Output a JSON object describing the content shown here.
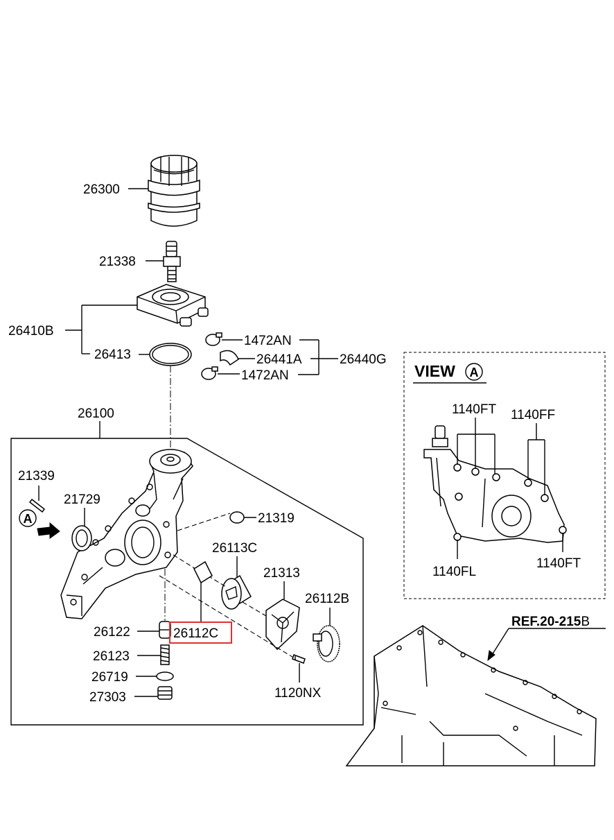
{
  "labels": {
    "p26300": "26300",
    "p21338": "21338",
    "p26410B": "26410B",
    "p26413": "26413",
    "p1472AN_top": "1472AN",
    "p26441A": "26441A",
    "p26440G": "26440G",
    "p1472AN_bottom": "1472AN",
    "p26100": "26100",
    "p21339": "21339",
    "p21729": "21729",
    "p21319": "21319",
    "p26113C": "26113C",
    "p21313": "21313",
    "p26112B": "26112B",
    "p26122": "26122",
    "p26112C": "26112C",
    "p26123": "26123",
    "p26719": "26719",
    "p27303": "27303",
    "p1120NX": "1120NX",
    "callout_letter": "A"
  },
  "view_panel": {
    "title_word": "VIEW",
    "title_letter": "A",
    "p1140FT_top": "1140FT",
    "p1140FF": "1140FF",
    "p1140FL": "1140FL",
    "p1140FT_bottom": "1140FT"
  },
  "reference": {
    "text_bold": "REF.20-215",
    "text_suffix": "B"
  },
  "highlight": {
    "part": "26112C",
    "color": "#e03030"
  }
}
